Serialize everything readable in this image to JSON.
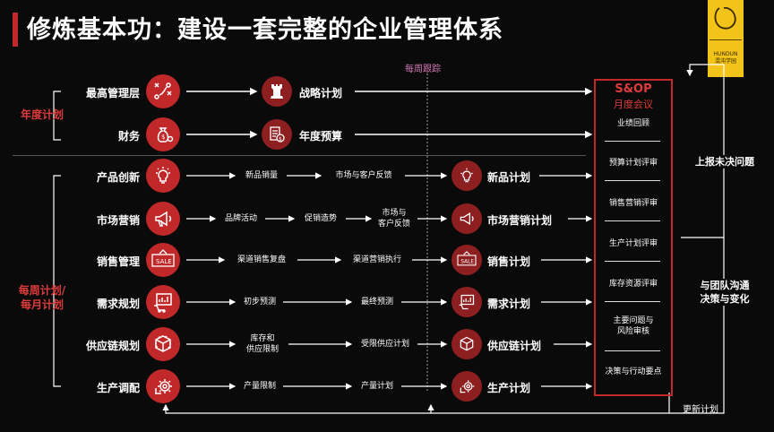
{
  "title": "修炼基本功：建设一套完整的企业管理体系",
  "logo": {
    "text": "HUNDUN",
    "sub": "混沌学园",
    "color": "#f2c318"
  },
  "colors": {
    "accent": "#c0282a",
    "accent_text": "#e03b3b",
    "weekly": "#d77ab8"
  },
  "weekly_tracking": "每周跟踪",
  "annual": {
    "group_label": "年度计划",
    "rows": [
      {
        "label": "最高管理层",
        "icon": "strategy-icon",
        "out_icon": "chess-rook-icon",
        "output": "战略计划"
      },
      {
        "label": "财务",
        "icon": "money-bag-icon",
        "out_icon": "budget-document-icon",
        "output": "年度预算"
      }
    ]
  },
  "periodic": {
    "group_label_1": "每周计划/",
    "group_label_2": "每月计划",
    "rows": [
      {
        "label": "产品创新",
        "icon": "lightbulb-icon",
        "step1": [
          "新品销量"
        ],
        "step2": [
          "市场与客户反馈"
        ],
        "output": "新品计划"
      },
      {
        "label": "市场营销",
        "icon": "megaphone-icon",
        "step1": [
          "品牌活动"
        ],
        "step2": [
          "促销造势"
        ],
        "step3": [
          "市场与",
          "客户反馈"
        ],
        "output": "市场营销计划"
      },
      {
        "label": "销售管理",
        "icon": "sale-sign-icon",
        "icon_text": "SALE",
        "step1": [
          "渠道销售复盘"
        ],
        "step2": [
          "渠道营销执行"
        ],
        "output": "销售计划"
      },
      {
        "label": "需求规划",
        "icon": "demand-chart-icon",
        "step1": [
          "初步预测"
        ],
        "step2": [
          "最终预测"
        ],
        "output": "需求计划"
      },
      {
        "label": "供应链规划",
        "icon": "supply-box-icon",
        "step1": [
          "库存和",
          "供应限制"
        ],
        "step2": [
          "受限供应计划"
        ],
        "output": "供应链计划"
      },
      {
        "label": "生产调配",
        "icon": "production-gear-icon",
        "step1": [
          "产量限制"
        ],
        "step2": [
          "产量计划"
        ],
        "output": "生产计划"
      }
    ]
  },
  "sop": {
    "title": "S&OP",
    "subtitle": "月度会议",
    "items": [
      [
        "业绩回顾"
      ],
      [
        "预算计划评审"
      ],
      [
        "销售营销评审"
      ],
      [
        "生产计划评审"
      ],
      [
        "库存资源评审"
      ],
      [
        "主要问题与",
        "风险审核"
      ],
      [
        "决策与行动要点"
      ]
    ]
  },
  "right": {
    "escalate_label": "上报未决问题",
    "team_label_1": "与团队沟通",
    "team_label_2": "决策与变化",
    "update_label": "更新计划"
  }
}
